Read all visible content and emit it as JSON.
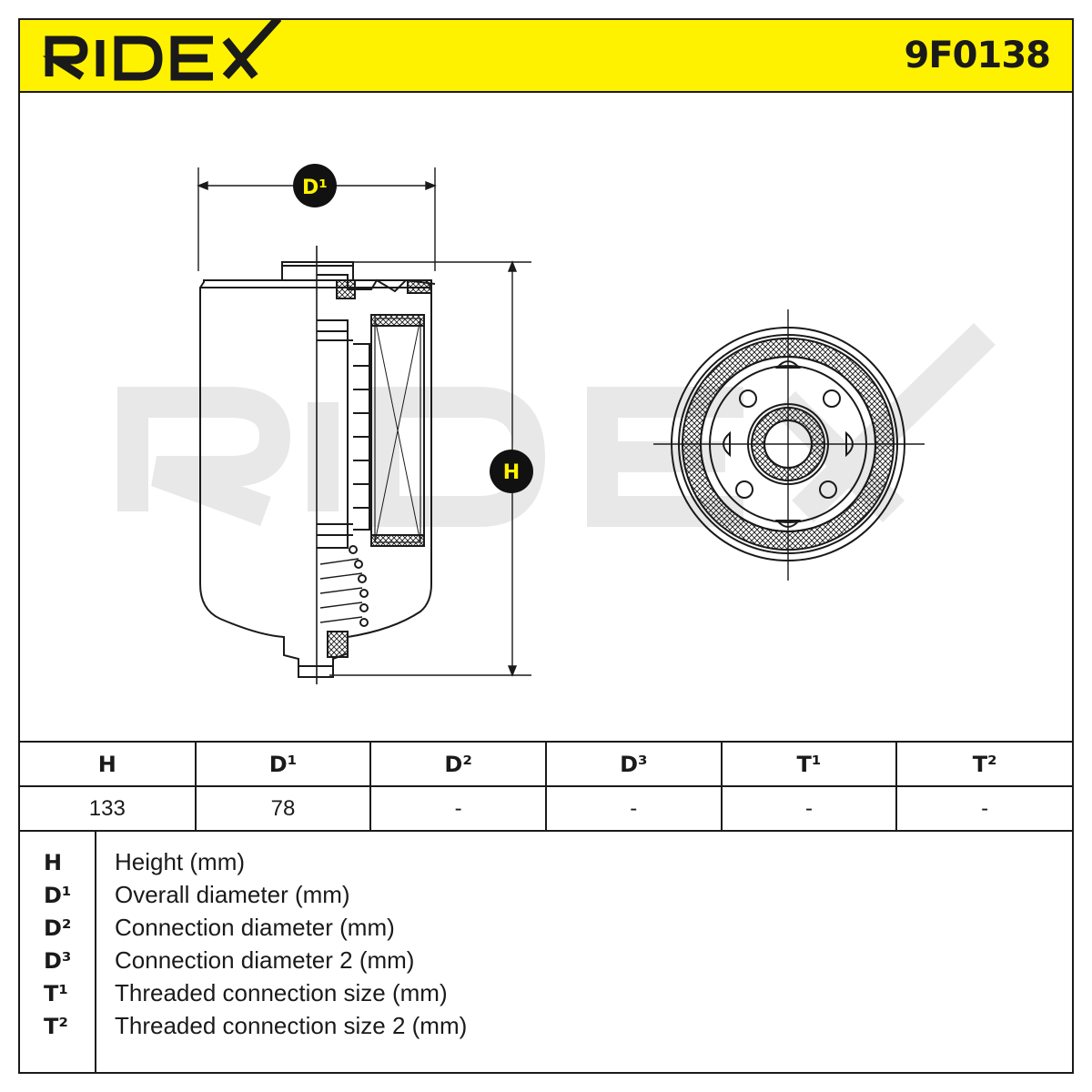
{
  "header": {
    "brand": "RIDEX",
    "part_number": "9F0138"
  },
  "colors": {
    "accent_yellow": "#fff200",
    "ink": "#1a1a1a",
    "watermark": "#e8e8e8"
  },
  "drawing": {
    "side_view": {
      "label_d1": "D¹",
      "label_h": "H"
    },
    "watermark": "RIDEX"
  },
  "dimensions_table": {
    "headers": [
      "H",
      "D¹",
      "D²",
      "D³",
      "T¹",
      "T²"
    ],
    "values": [
      "133",
      "78",
      "-",
      "-",
      "-",
      "-"
    ]
  },
  "legend": [
    {
      "symbol": "H",
      "description": "Height (mm)"
    },
    {
      "symbol": "D¹",
      "description": "Overall diameter (mm)"
    },
    {
      "symbol": "D²",
      "description": "Connection diameter (mm)"
    },
    {
      "symbol": "D³",
      "description": "Connection diameter 2 (mm)"
    },
    {
      "symbol": "T¹",
      "description": "Threaded connection size (mm)"
    },
    {
      "symbol": "T²",
      "description": "Threaded connection size 2 (mm)"
    }
  ]
}
